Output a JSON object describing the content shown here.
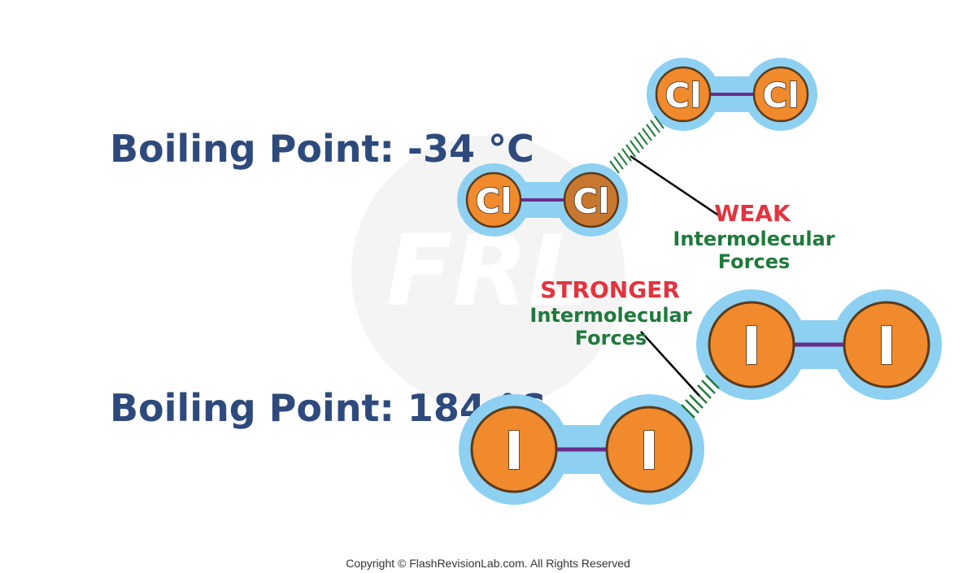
{
  "labels": {
    "chlorine_bp": "Boiling Point: -34 °C",
    "iodine_bp": "Boiling Point: 184 °C"
  },
  "atoms": {
    "chlorine": "Cl",
    "iodine": "I"
  },
  "forces": {
    "weak_strength": "WEAK",
    "weak_line1": "Intermolecular",
    "weak_line2": "Forces",
    "strong_strength": "STRONGER",
    "strong_line1": "Intermolecular",
    "strong_line2": "Forces"
  },
  "footer": {
    "copyright": "Copyright © FlashRevisionLab.com. All Rights Reserved"
  },
  "watermark": {
    "text": "FRL"
  },
  "colors": {
    "title_blue": "#2e4a7d",
    "halo_blue": "#8dd0f2",
    "atom_orange": "#f08a2c",
    "atom_orange_dark": "#c8772f",
    "bond_purple": "#6a2c8c",
    "force_green": "#1f7a3c",
    "weak_red": "#e2343f"
  }
}
